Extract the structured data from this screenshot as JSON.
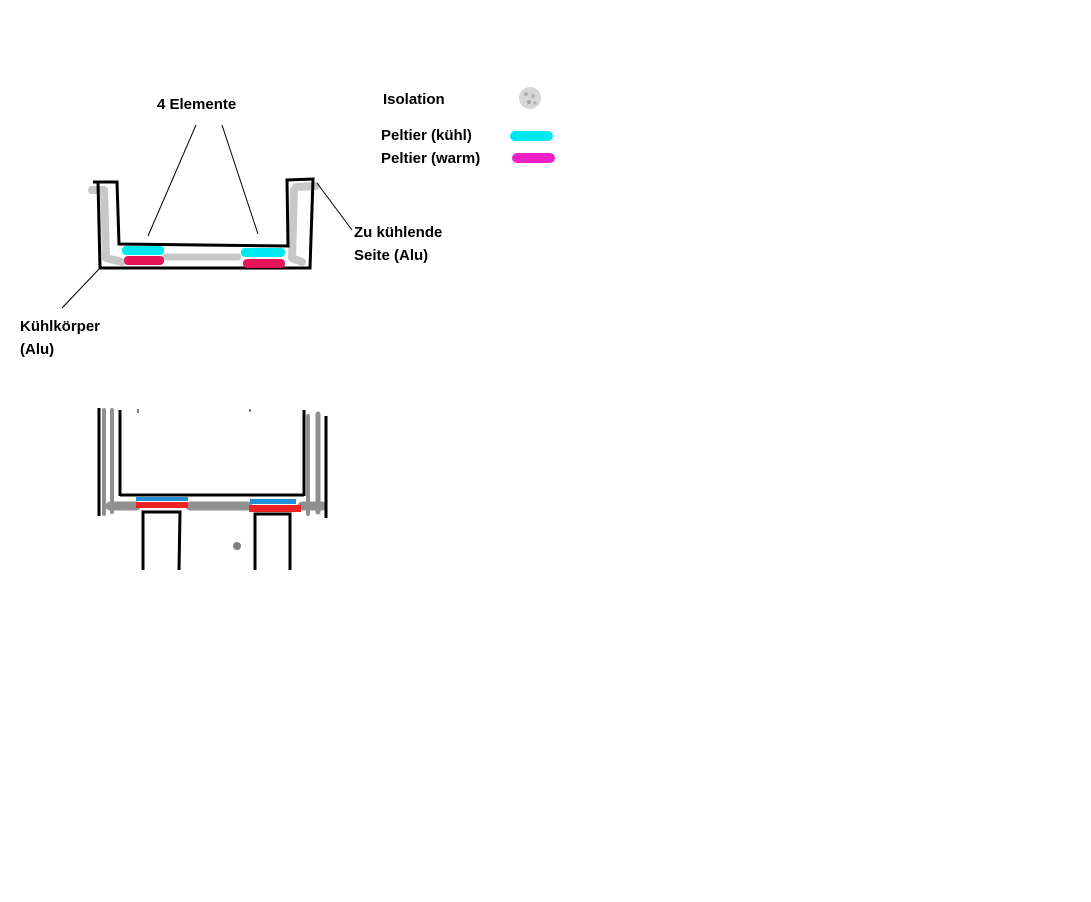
{
  "labels": {
    "elements": "4 Elemente",
    "cooled_side_line1": "Zu kühlende",
    "cooled_side_line2": "Seite (Alu)",
    "heatsink_line1": "Kühlkörper",
    "heatsink_line2": "(Alu)"
  },
  "legend": [
    {
      "label": "Isolation",
      "swatch": "insulation",
      "color": "#c8c8c8"
    },
    {
      "label": "Peltier (kühl)",
      "swatch": "peltier-cool",
      "color": "#00e8f0"
    },
    {
      "label": "Peltier (warm)",
      "swatch": "peltier-warm",
      "color": "#f020c8"
    }
  ],
  "colors": {
    "outline": "#000000",
    "insulation_light": "#c8c8c8",
    "insulation_dark": "#909090",
    "peltier_cool": "#00e8f0",
    "peltier_warm": "#f020c8",
    "peltier_warm_bottom": "#e8145a",
    "side_view_cool": "#2090d8",
    "side_view_warm": "#ee2222"
  }
}
